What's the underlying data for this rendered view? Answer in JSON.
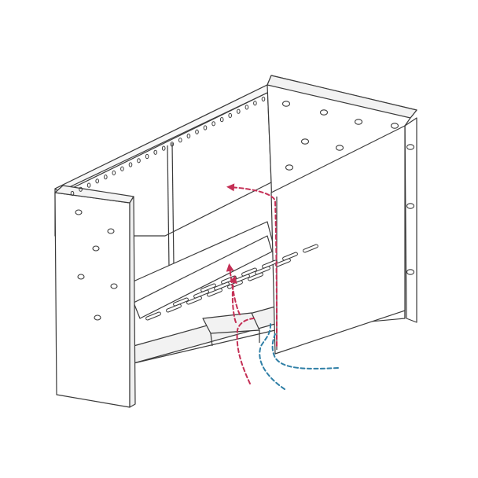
{
  "figure": {
    "subject": "sheet-metal-enclosure-airflow",
    "colors": {
      "background": "#ffffff",
      "outline": "#3a3a3a",
      "face_light": "#ffffff",
      "face_shade": "#f4f4f4",
      "hot_air": "#c42f55",
      "cool_air": "#2f7fa6"
    },
    "flows": [
      {
        "name": "warm-exhaust-flow",
        "color_key": "hot_air",
        "style": "dashed",
        "arrowheads": 3
      },
      {
        "name": "cool-intake-flow",
        "color_key": "cool_air",
        "style": "dashed",
        "arrowheads": 0
      }
    ]
  }
}
